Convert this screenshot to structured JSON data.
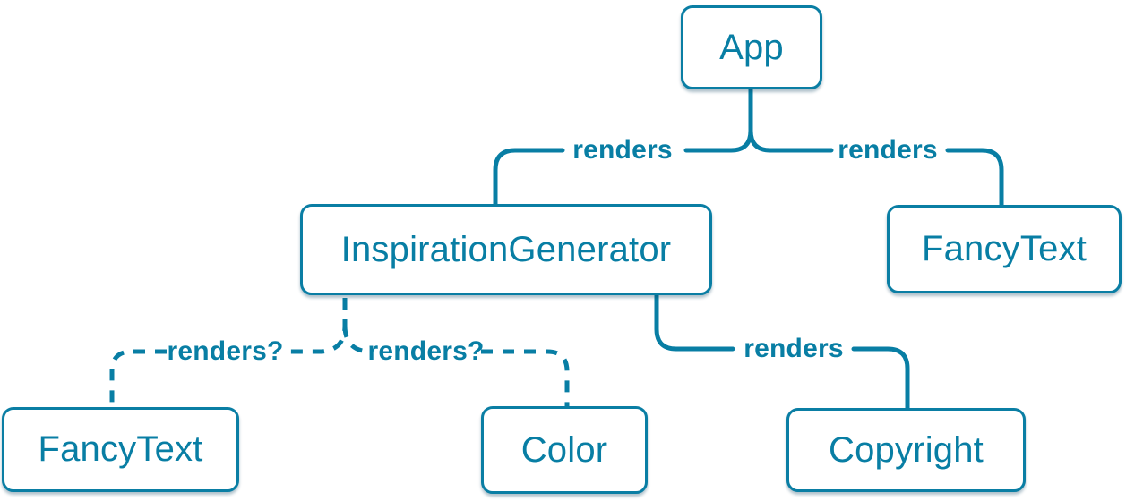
{
  "diagram": {
    "type": "component-render-tree",
    "colors": {
      "accent": "#087ea4",
      "node_border": "#0a7ea4",
      "node_background": "#ffffff",
      "page_background": "#ffffff"
    },
    "nodes": [
      {
        "id": "app",
        "label": "App"
      },
      {
        "id": "inspiration-generator",
        "label": "InspirationGenerator"
      },
      {
        "id": "fancy-text-top",
        "label": "FancyText"
      },
      {
        "id": "fancy-text-bottom",
        "label": "FancyText"
      },
      {
        "id": "color",
        "label": "Color"
      },
      {
        "id": "copyright",
        "label": "Copyright"
      }
    ],
    "edges": [
      {
        "from": "App",
        "to": "InspirationGenerator",
        "label": "renders",
        "style": "solid"
      },
      {
        "from": "App",
        "to": "FancyText",
        "label": "renders",
        "style": "solid"
      },
      {
        "from": "InspirationGenerator",
        "to": "FancyText",
        "label": "renders?",
        "style": "dashed"
      },
      {
        "from": "InspirationGenerator",
        "to": "Color",
        "label": "renders?",
        "style": "dashed"
      },
      {
        "from": "InspirationGenerator",
        "to": "Copyright",
        "label": "renders",
        "style": "solid"
      }
    ]
  }
}
